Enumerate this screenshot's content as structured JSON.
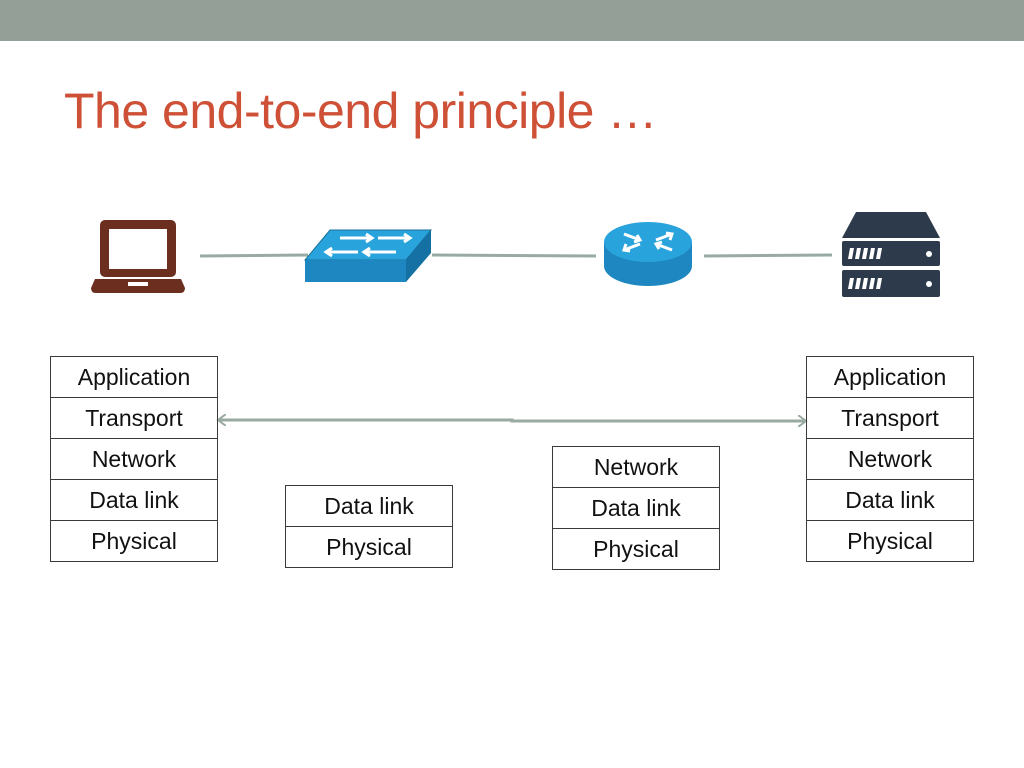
{
  "title": "The end-to-end principle …",
  "devices": {
    "left": "laptop-icon",
    "switch": "switch-icon",
    "router": "router-icon",
    "right": "server-icon"
  },
  "colors": {
    "top_bar": "#949f97",
    "title": "#cd5037",
    "laptop": "#6b2e1f",
    "network_device": "#2196cf",
    "server": "#2d3a4b",
    "link_line": "#98aaa2"
  },
  "stacks": {
    "left_host": [
      "Application",
      "Transport",
      "Network",
      "Data link",
      "Physical"
    ],
    "switch": [
      "Data link",
      "Physical"
    ],
    "router": [
      "Network",
      "Data link",
      "Physical"
    ],
    "right_host": [
      "Application",
      "Transport",
      "Network",
      "Data link",
      "Physical"
    ]
  }
}
